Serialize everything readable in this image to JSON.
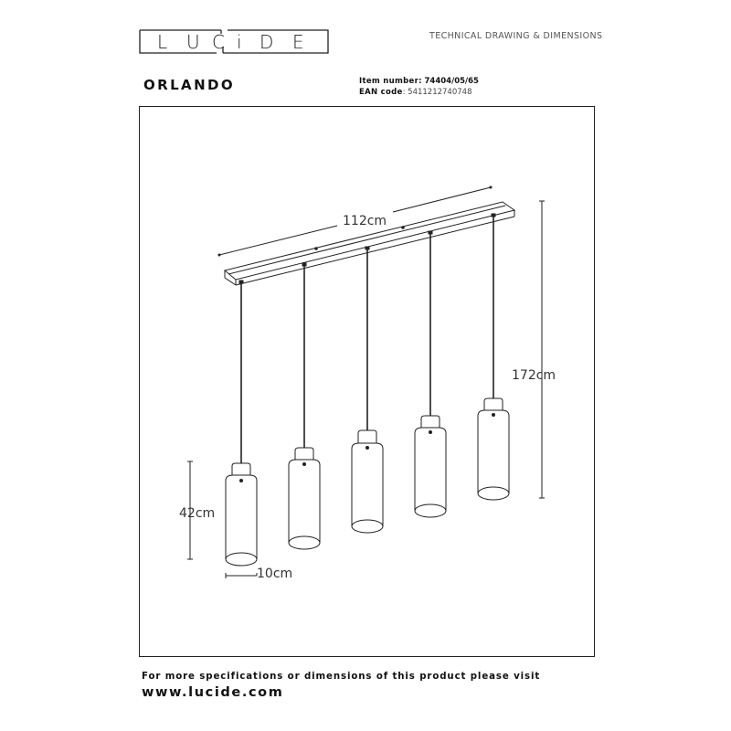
{
  "brand": {
    "logo_letters": [
      "L",
      "U",
      "C",
      "i",
      "D",
      "E"
    ],
    "logo_text": "LUCiDE"
  },
  "header": {
    "section_title": "TECHNICAL DRAWING & DIMENSIONS",
    "product_name": "ORLANDO",
    "item_number_label": "Item number:",
    "item_number_value": "74404/05/65",
    "ean_label": "EAN code",
    "ean_value": "5411212740748"
  },
  "drawing": {
    "dimensions": {
      "width_label": "112cm",
      "height_label": "172cm",
      "shade_height_label": "42cm",
      "shade_diameter_label": "10cm"
    },
    "pendant_count": 5,
    "line_color": "#222222"
  },
  "footer": {
    "info_text": "For more specifications or dimensions of this product please visit",
    "url": "www.lucide.com"
  }
}
